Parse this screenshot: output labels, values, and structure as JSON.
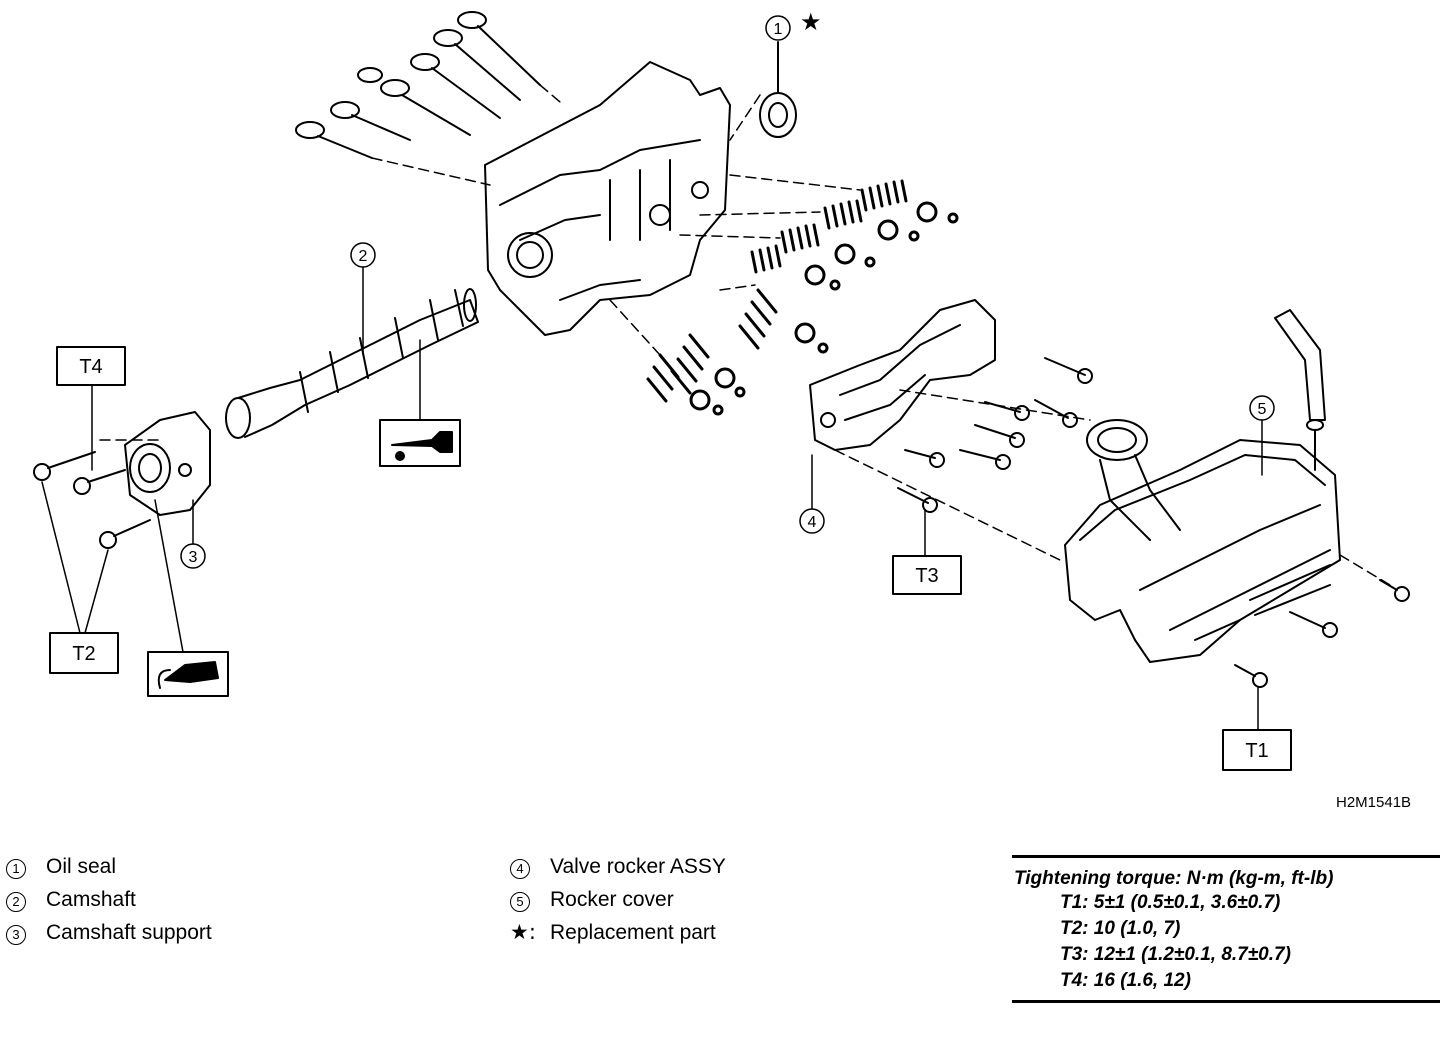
{
  "diagram": {
    "callouts": [
      "1",
      "2",
      "3",
      "4",
      "5"
    ],
    "star": "★",
    "torque_tags": [
      "T1",
      "T2",
      "T3",
      "T4"
    ],
    "drawing_code": "H2M1541B"
  },
  "legend": {
    "left": [
      {
        "num": "1",
        "text": "Oil seal"
      },
      {
        "num": "2",
        "text": "Camshaft"
      },
      {
        "num": "3",
        "text": "Camshaft support"
      }
    ],
    "mid": [
      {
        "num": "4",
        "text": "Valve rocker ASSY"
      },
      {
        "num": "5",
        "text": "Rocker cover"
      },
      {
        "num": "★:",
        "text": "Replacement part"
      }
    ]
  },
  "torque": {
    "title": "Tightening torque: N·m (kg-m, ft-lb)",
    "rows": [
      "T1: 5±1 (0.5±0.1, 3.6±0.7)",
      "T2: 10 (1.0, 7)",
      "T3: 12±1 (1.2±0.1, 8.7±0.7)",
      "T4: 16 (1.6, 12)"
    ]
  }
}
